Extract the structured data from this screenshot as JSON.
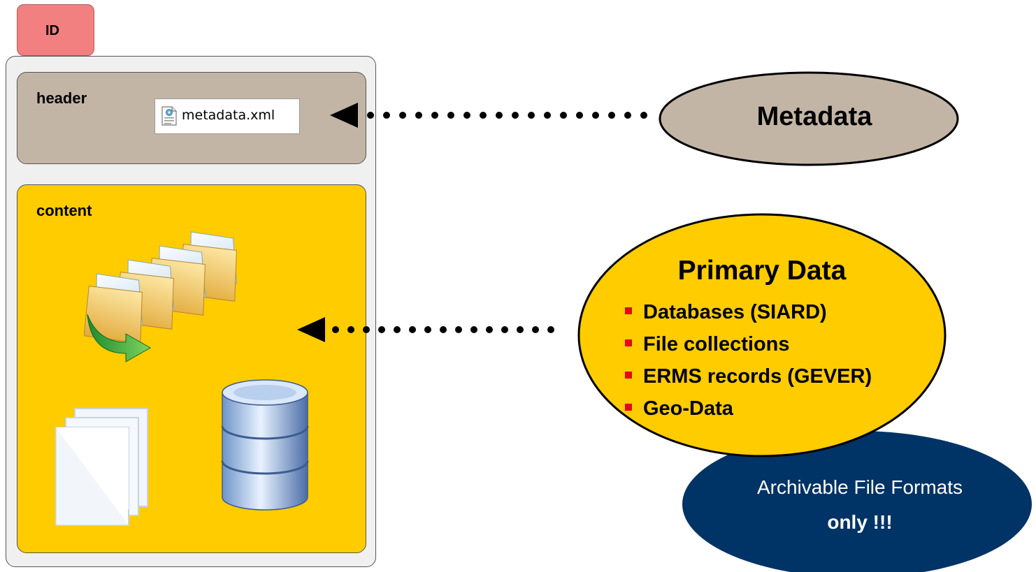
{
  "package": {
    "id_label": "ID",
    "header_label": "header",
    "content_label": "content",
    "metadata_file": "metadata.xml"
  },
  "metadata_node": {
    "label": "Metadata",
    "fill": "#c3b5a6"
  },
  "primary_data_node": {
    "title": "Primary Data",
    "fill": "#ffcc00",
    "bullet_color": "#e8001c",
    "items": [
      "Databases (SIARD)",
      "File collections",
      "ERMS records (GEVER)",
      "Geo-Data"
    ]
  },
  "archivable_node": {
    "line1": "Archivable File Formats",
    "line2": "only !!!",
    "fill": "#003366"
  },
  "connectors": [
    {
      "from": "metadata_node",
      "to": "header",
      "style": "dotted-arrow"
    },
    {
      "from": "primary_data_node",
      "to": "content",
      "style": "dotted-arrow"
    }
  ],
  "icons": {
    "xml_file": "xml-file-icon",
    "folders": "folder-stack-icon",
    "documents": "document-stack-icon",
    "database": "database-icon"
  }
}
